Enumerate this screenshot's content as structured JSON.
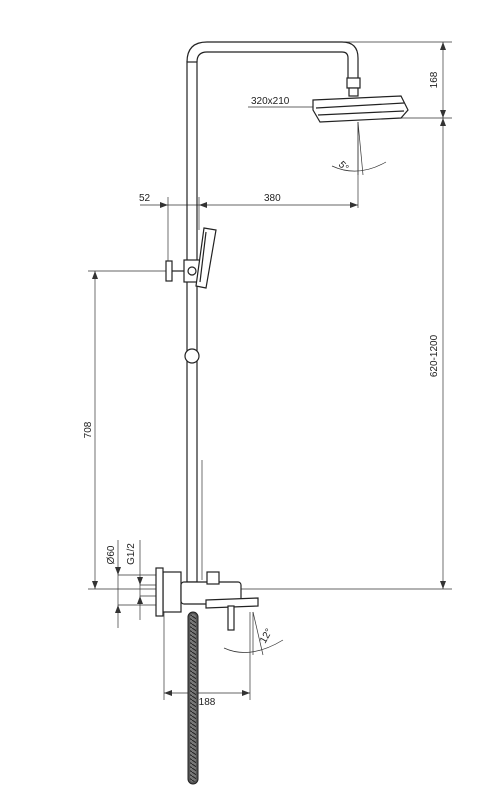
{
  "dimensions": {
    "head_drop": "168",
    "head_size": "320x210",
    "head_tilt": "5°",
    "arm_offset": "52",
    "arm_length": "380",
    "adjust_range": "620-1200",
    "holder_height": "708",
    "rosette_dia": "Ø60",
    "thread": "G1/2",
    "spout_tilt": "12°",
    "spout_length": "188"
  }
}
